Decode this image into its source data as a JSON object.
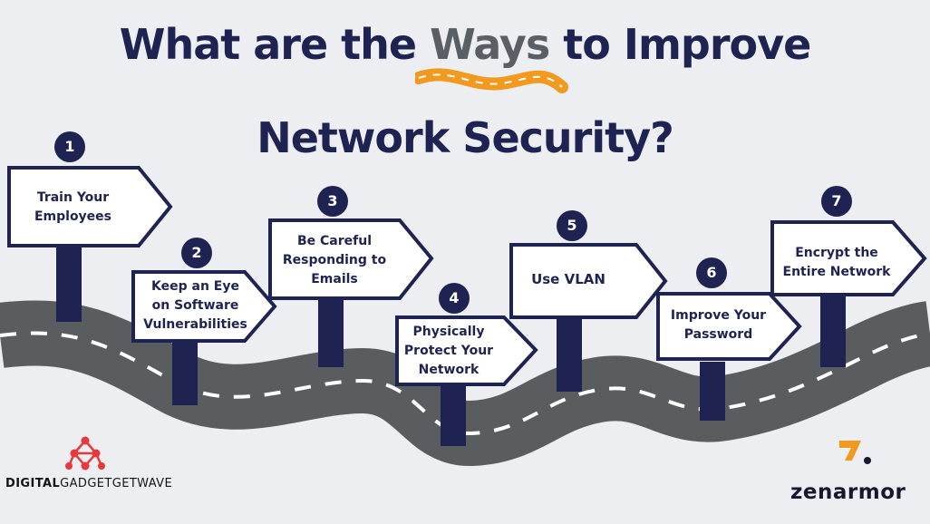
{
  "title": {
    "line1_before": "What are the ",
    "line1_highlight": "Ways",
    "line1_after": " to Improve",
    "line2": "Network Security?"
  },
  "steps": [
    {
      "number": "1",
      "label": "Train Your\nEmployees"
    },
    {
      "number": "2",
      "label": "Keep an Eye\non Software\nVulnerabilities"
    },
    {
      "number": "3",
      "label": "Be Careful\nResponding to\nEmails"
    },
    {
      "number": "4",
      "label": "Physically\nProtect Your\nNetwork"
    },
    {
      "number": "5",
      "label": "Use VLAN"
    },
    {
      "number": "6",
      "label": "Improve Your\nPassword"
    },
    {
      "number": "7",
      "label": "Encrypt the\nEntire Network"
    }
  ],
  "logos": {
    "left_bold": "DIGITAL",
    "left_rest": "GADGETGETWAVE",
    "right": "zenarmor"
  },
  "colors": {
    "navy": "#1e2352",
    "road": "#5a5d60",
    "accent_orange": "#f29a1f",
    "logo_red": "#e8383d"
  }
}
